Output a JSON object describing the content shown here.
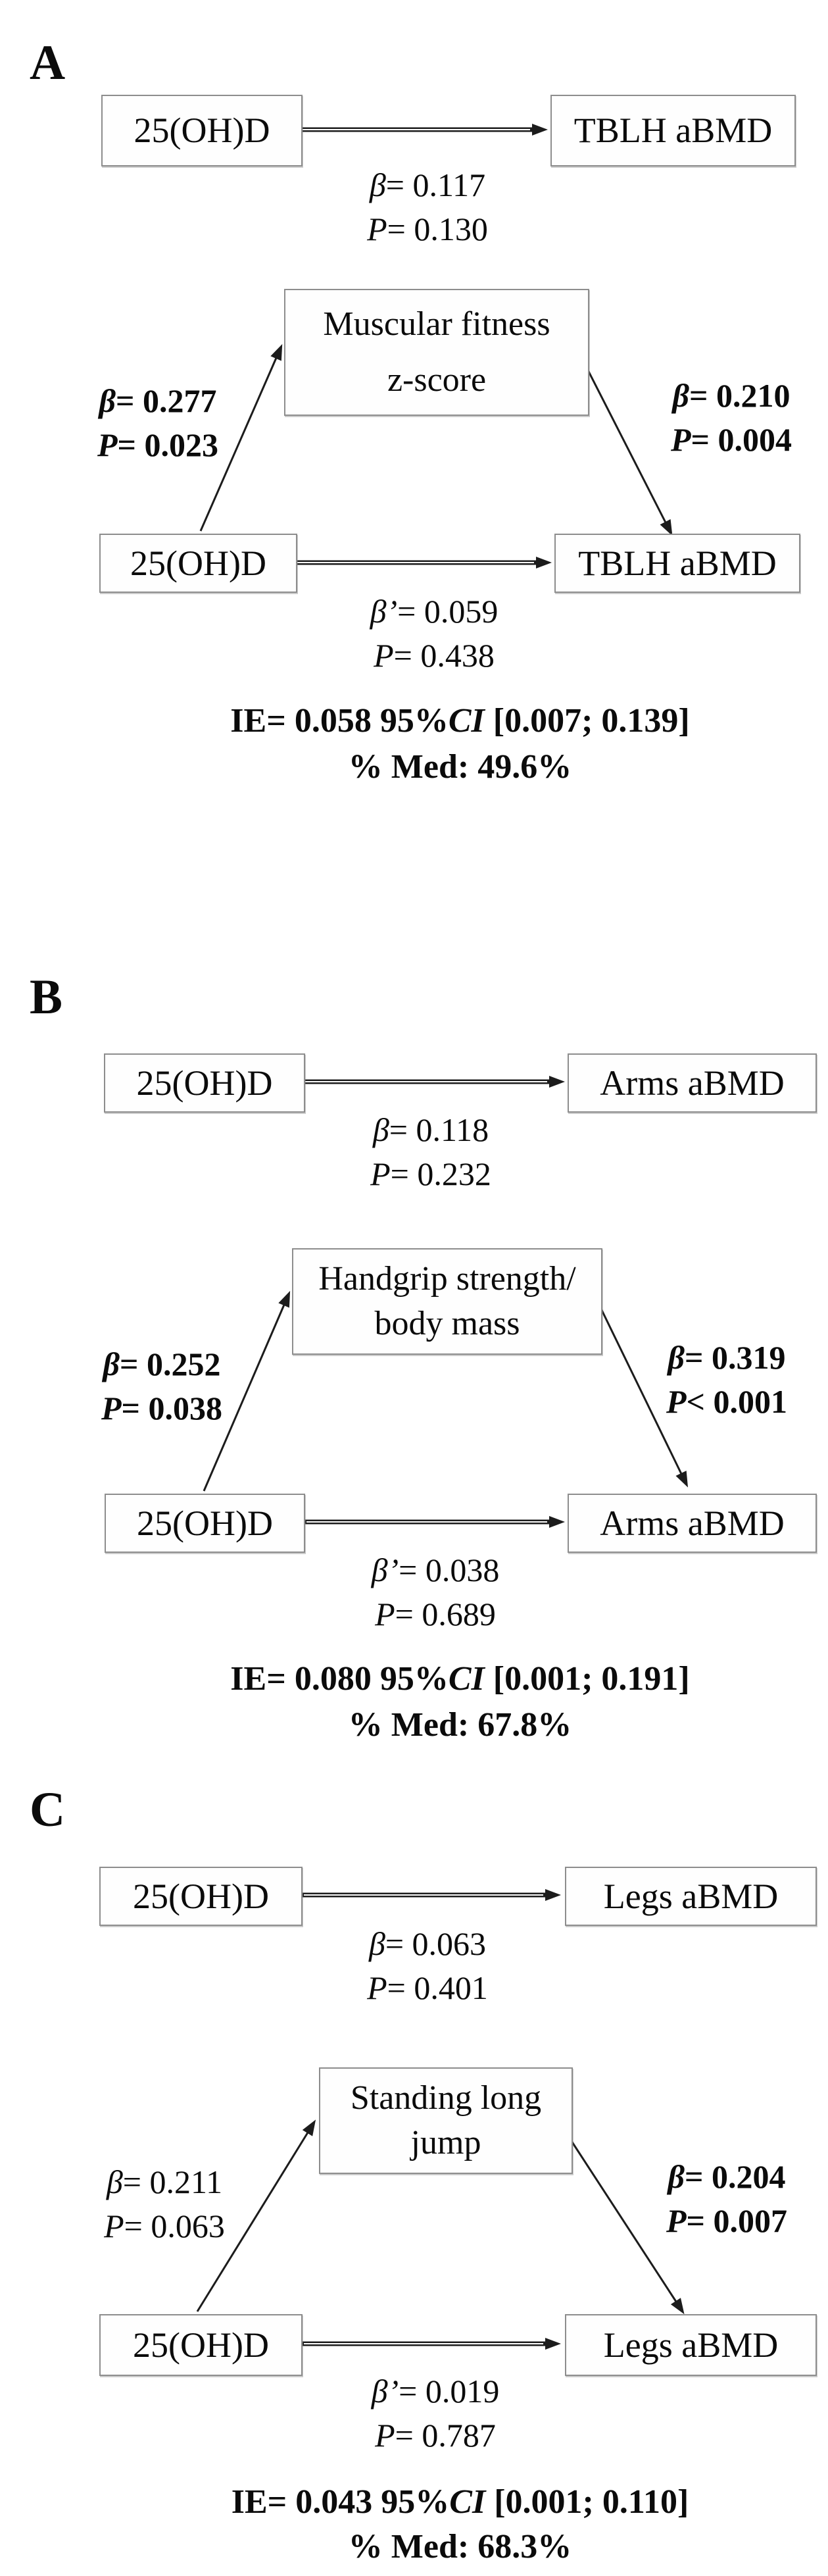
{
  "figure": {
    "background": "#ffffff",
    "text_color": "#0b0b0b",
    "box_border_color": "#8d8d8d",
    "arrow_color": "#1c1c1c"
  },
  "panels": [
    {
      "label": "A",
      "direct": {
        "predictor": "25(OH)D",
        "outcome": "TBLH aBMD",
        "beta": {
          "symbol": "β",
          "rest": "= 0.117"
        },
        "p": {
          "symbol": "P",
          "rest": "= 0.130"
        },
        "bold": false
      },
      "mediation": {
        "mediator_line1": "Muscular fitness",
        "mediator_line2": "z-score",
        "predictor": "25(OH)D",
        "outcome": "TBLH aBMD",
        "path_a": {
          "beta": {
            "symbol": "β",
            "rest": "= 0.277"
          },
          "p": {
            "symbol": "P",
            "rest": "= 0.023"
          },
          "bold": true
        },
        "path_b": {
          "beta": {
            "symbol": "β",
            "rest": "= 0.210"
          },
          "p": {
            "symbol": "P",
            "rest": "= 0.004"
          },
          "bold": true
        },
        "path_c_prime": {
          "beta": {
            "symbol": "β’",
            "rest": "= 0.059"
          },
          "p": {
            "symbol": "P",
            "rest": "= 0.438"
          },
          "bold": false
        }
      },
      "footer": {
        "ie_prefix": "IE= 0.058 95%",
        "ie_ci_label": "CI",
        "ie_interval": " [0.007; 0.139]",
        "percent_mediated": "% Med: 49.6%"
      }
    },
    {
      "label": "B",
      "direct": {
        "predictor": "25(OH)D",
        "outcome": "Arms aBMD",
        "beta": {
          "symbol": "β",
          "rest": "= 0.118"
        },
        "p": {
          "symbol": "P",
          "rest": "= 0.232"
        },
        "bold": false
      },
      "mediation": {
        "mediator_line1": "Handgrip strength/",
        "mediator_line2": "body mass",
        "predictor": "25(OH)D",
        "outcome": "Arms aBMD",
        "path_a": {
          "beta": {
            "symbol": "β",
            "rest": "= 0.252"
          },
          "p": {
            "symbol": "P",
            "rest": "= 0.038"
          },
          "bold": true
        },
        "path_b": {
          "beta": {
            "symbol": "β",
            "rest": "= 0.319"
          },
          "p": {
            "symbol": "P",
            "rest": "< 0.001"
          },
          "bold": true
        },
        "path_c_prime": {
          "beta": {
            "symbol": "β’",
            "rest": "= 0.038"
          },
          "p": {
            "symbol": "P",
            "rest": "= 0.689"
          },
          "bold": false
        }
      },
      "footer": {
        "ie_prefix": "IE= 0.080 95%",
        "ie_ci_label": "CI",
        "ie_interval": " [0.001; 0.191]",
        "percent_mediated": "% Med: 67.8%"
      }
    },
    {
      "label": "C",
      "direct": {
        "predictor": "25(OH)D",
        "outcome": "Legs aBMD",
        "beta": {
          "symbol": "β",
          "rest": "= 0.063"
        },
        "p": {
          "symbol": "P",
          "rest": "= 0.401"
        },
        "bold": false
      },
      "mediation": {
        "mediator_line1": "Standing long",
        "mediator_line2": "jump",
        "predictor": "25(OH)D",
        "outcome": "Legs aBMD",
        "path_a": {
          "beta": {
            "symbol": "β",
            "rest": "= 0.211"
          },
          "p": {
            "symbol": "P",
            "rest": "= 0.063"
          },
          "bold": false
        },
        "path_b": {
          "beta": {
            "symbol": "β",
            "rest": "= 0.204"
          },
          "p": {
            "symbol": "P",
            "rest": "= 0.007"
          },
          "bold": true
        },
        "path_c_prime": {
          "beta": {
            "symbol": "β’",
            "rest": "= 0.019"
          },
          "p": {
            "symbol": "P",
            "rest": "= 0.787"
          },
          "bold": false
        }
      },
      "footer": {
        "ie_prefix": "IE= 0.043 95%",
        "ie_ci_label": "CI",
        "ie_interval": " [0.001; 0.110]",
        "percent_mediated": "% Med: 68.3%"
      }
    }
  ]
}
